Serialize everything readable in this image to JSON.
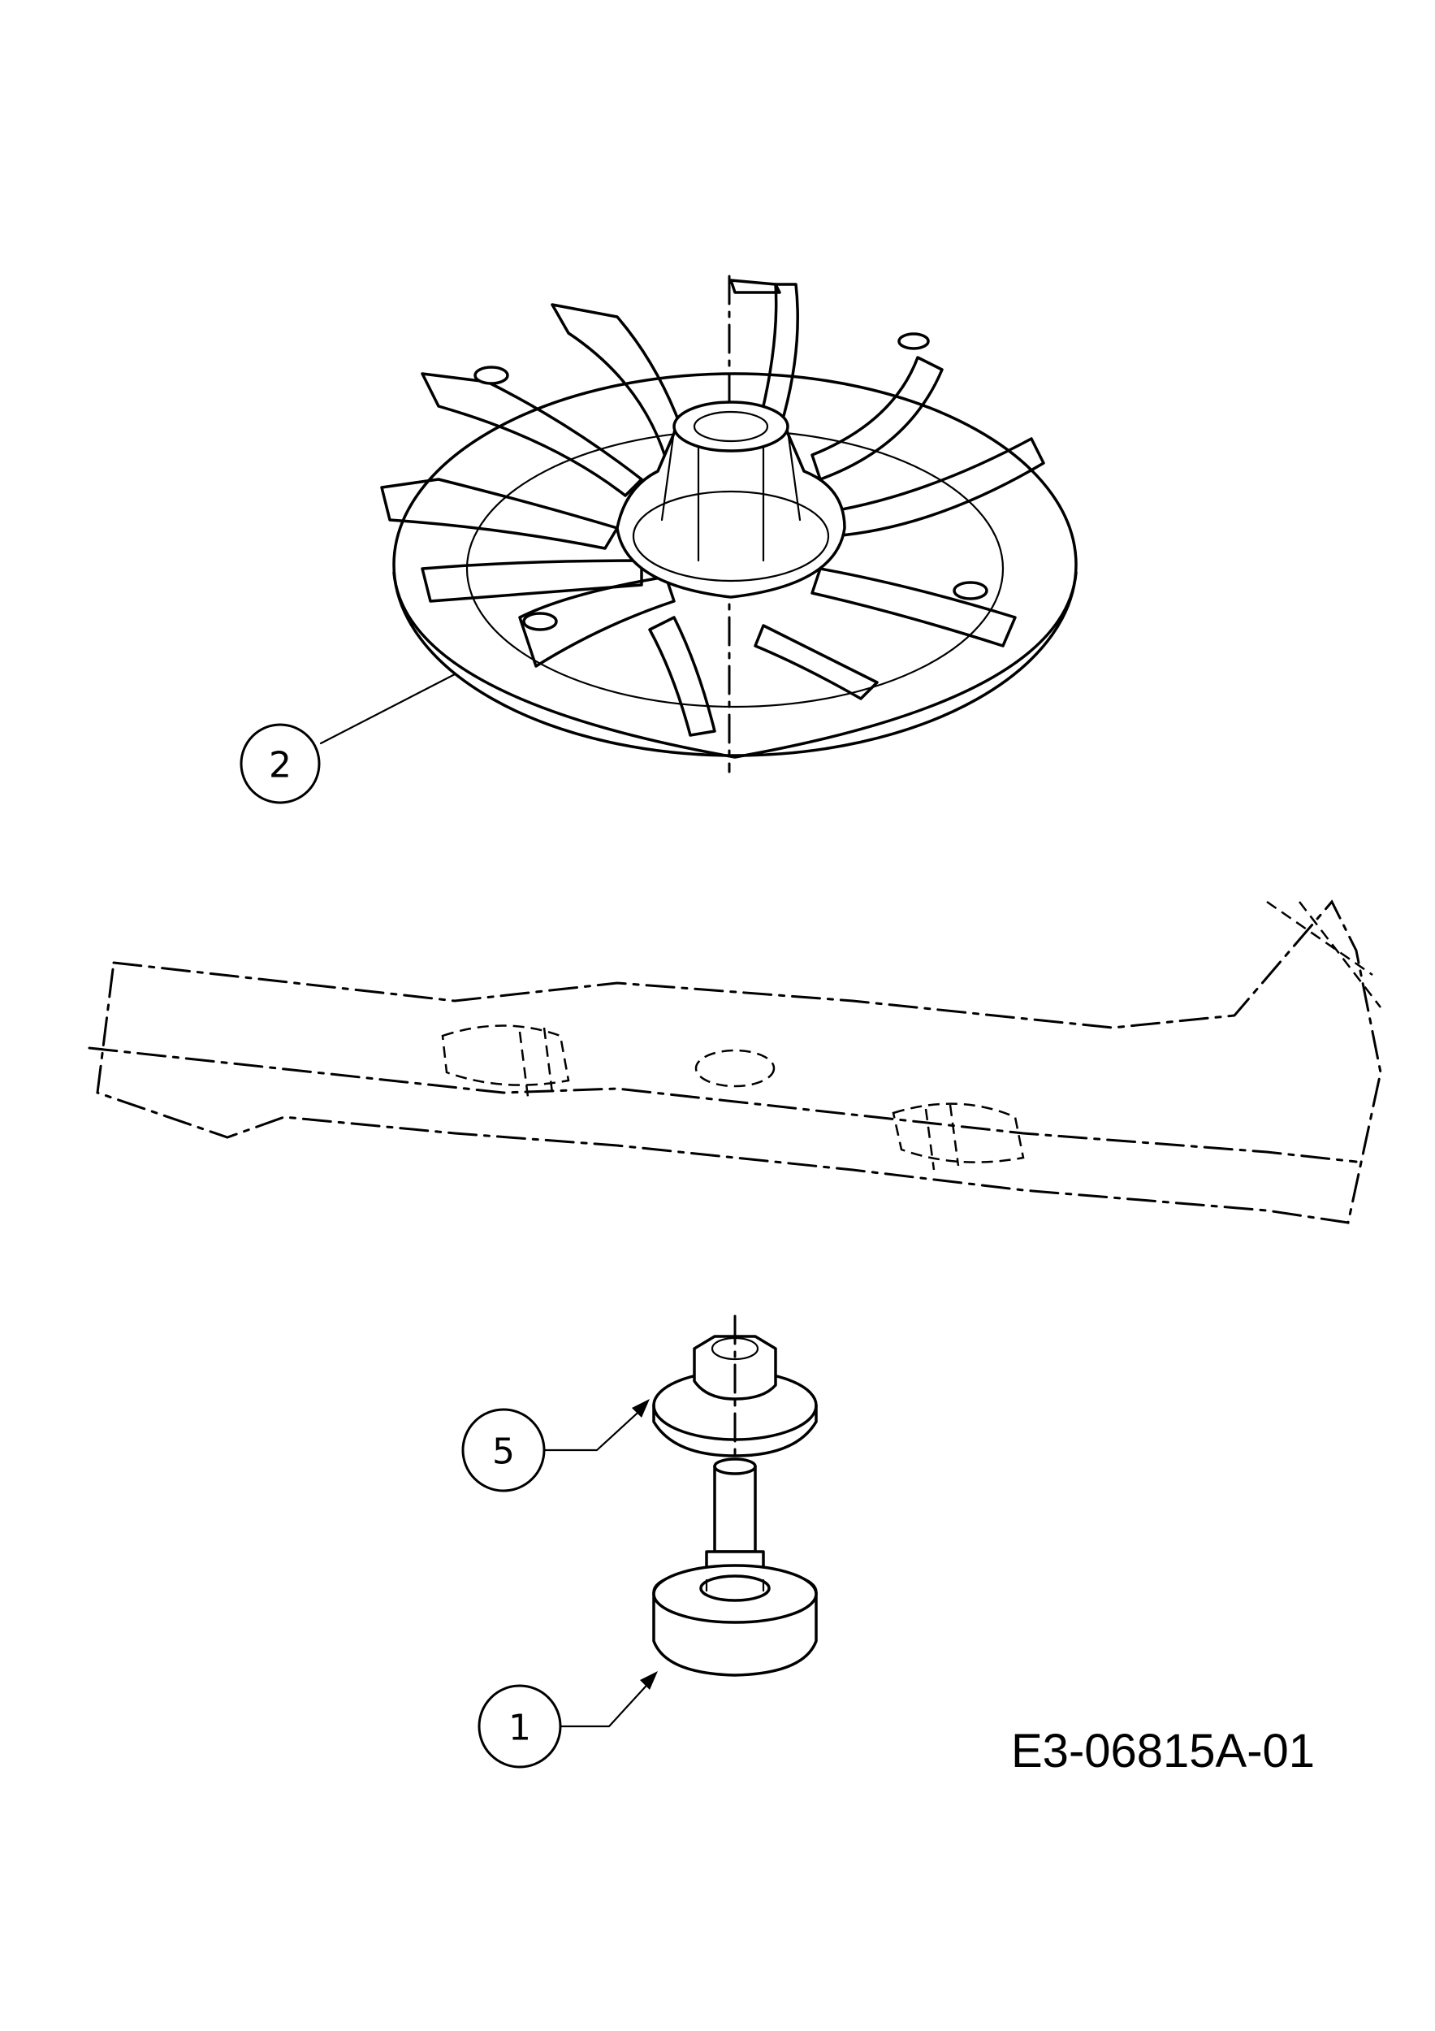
{
  "drawing_number": "E3-06815A-01",
  "callouts": [
    {
      "label": "2",
      "part": "fan"
    },
    {
      "label": "5",
      "part": "bolt-washer"
    },
    {
      "label": "1",
      "part": "blade-adapter-spindle"
    }
  ],
  "colors": {
    "line": "#000000",
    "background": "#ffffff"
  }
}
